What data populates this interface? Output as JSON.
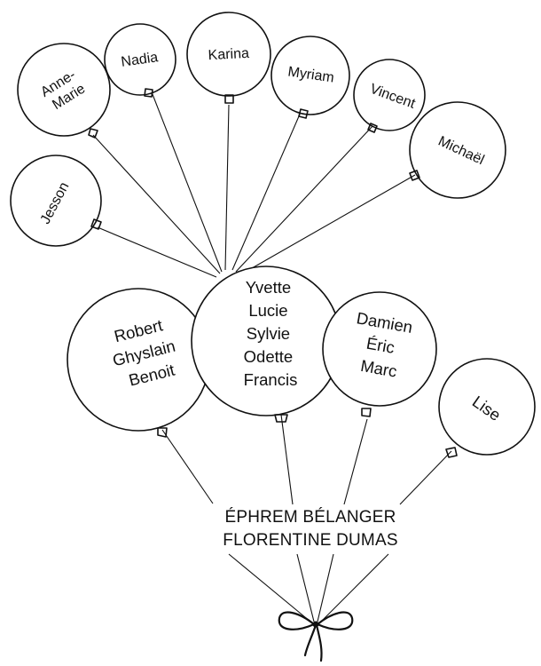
{
  "roots": [
    "ÉPHREM BÉLANGER",
    "FLORENTINE DUMAS"
  ],
  "bottom_balloons": [
    {
      "lines": [
        "Robert",
        "Ghyslain",
        "Benoit"
      ]
    },
    {
      "lines": [
        "Yvette",
        "Lucie",
        "Sylvie",
        "Odette",
        "Francis"
      ]
    },
    {
      "lines": [
        "Damien",
        "Éric",
        "Marc"
      ]
    },
    {
      "lines": [
        "Lise"
      ]
    }
  ],
  "top_balloons": [
    {
      "lines": [
        "Anne-",
        "Marie"
      ]
    },
    {
      "lines": [
        "Nadia"
      ]
    },
    {
      "lines": [
        "Karina"
      ]
    },
    {
      "lines": [
        "Myriam"
      ]
    },
    {
      "lines": [
        "Vincent"
      ]
    },
    {
      "lines": [
        "Michaël"
      ]
    },
    {
      "lines": [
        "Jesson"
      ]
    }
  ]
}
